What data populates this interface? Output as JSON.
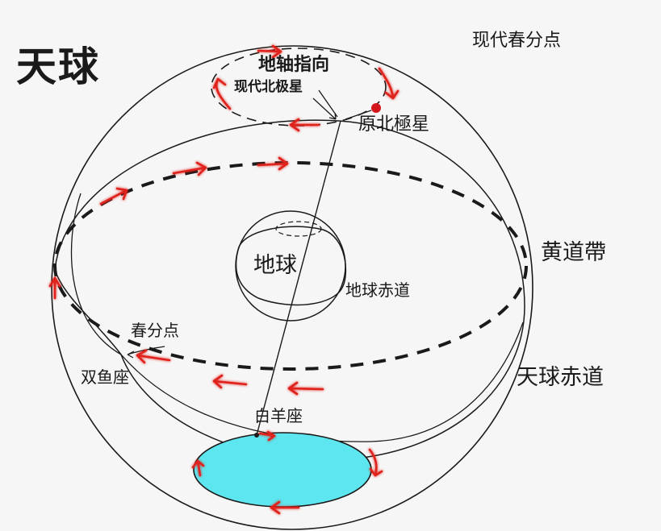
{
  "title": "天球",
  "labels": {
    "modern_equinox": "现代春分点",
    "axis_direction": "地轴指向",
    "modern_pole_star": "现代北极星",
    "original_pole_star": "原北極星",
    "earth": "地球",
    "earth_equator": "地球赤道",
    "ecliptic_belt": "黄道帶",
    "vernal_equinox": "春分点",
    "pisces": "双鱼座",
    "celestial_equator": "天球赤道",
    "aries": "白羊座"
  },
  "colors": {
    "line": "#1a1a1a",
    "arrow": "#e0201a",
    "star_dot": "#d4141c",
    "aries_fill": "#5ee6f0",
    "background": "#f6f6f6"
  },
  "elements": {
    "celestial_sphere": "outer-circle",
    "ecliptic": "dashed-ellipse",
    "celestial_equator": "solid-tilted-ellipse",
    "precession_path": "dashed-ellipse-top",
    "earth": "small-sphere",
    "earth_axis": "line",
    "aries_region": "cyan-ellipse"
  }
}
